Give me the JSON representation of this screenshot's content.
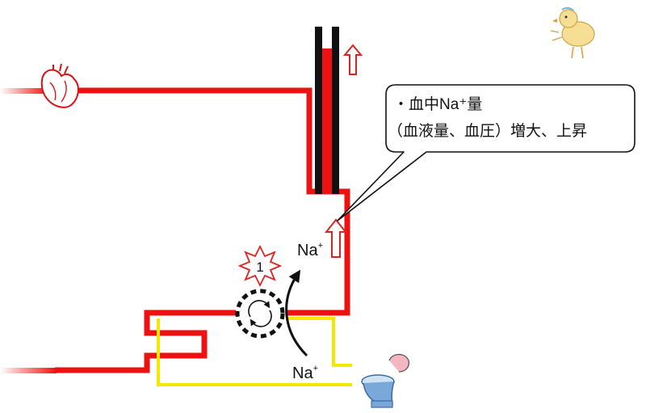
{
  "callout": {
    "line1": "・血中Na⁺量",
    "line2": "（血液量、血圧）増大、上昇"
  },
  "ion_top": {
    "base": "Na",
    "sup": "+"
  },
  "ion_bottom": {
    "base": "Na",
    "sup": "+"
  },
  "burst_number": "1",
  "colors": {
    "blood_vessel": "#ee1111",
    "tubule": "#f5e800",
    "column": "#111111",
    "arrow_outline": "#dd2222",
    "heart": "#e11",
    "toilet": "#7aa8d8"
  },
  "icons": [
    "heart-icon",
    "toilet-icon",
    "chick-icon",
    "pump-cycle-icon",
    "burst-icon",
    "up-arrow-icon"
  ]
}
